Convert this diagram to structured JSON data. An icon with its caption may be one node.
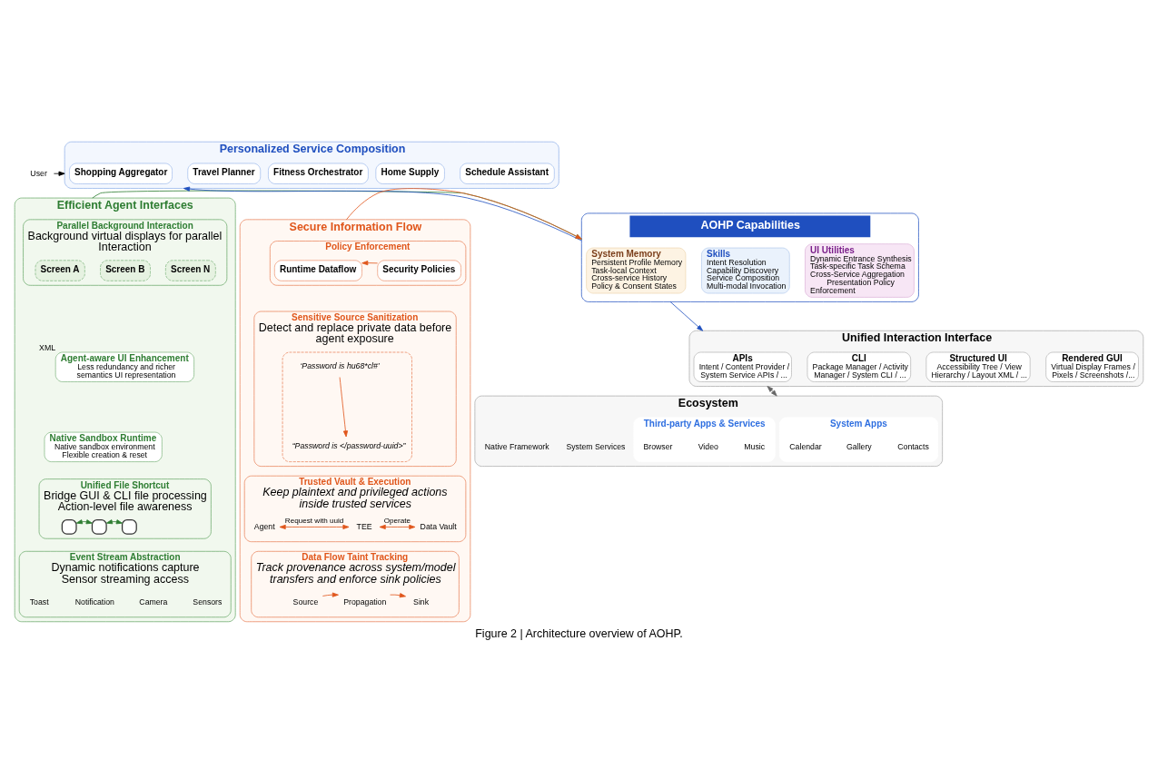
{
  "diagram": {
    "caption": "Figure 2 | Architecture overview of AOHP.",
    "nodes": [
      {
        "text": [
          "User"
        ]
      },
      {
        "text": [
          "Personalized Service Composition"
        ]
      },
      {
        "text": [
          "Shopping Aggregator"
        ],
        "in": 1
      },
      {
        "text": [
          "Travel Planner"
        ],
        "in": 1
      },
      {
        "text": [
          "Home Supply"
        ],
        "in": 1
      },
      {
        "text": [
          "Schedule Assistant"
        ],
        "in": 1
      },
      {
        "text": [
          "Fitness Orchestrator"
        ],
        "in": 1
      },
      {
        "text": [
          "Efficient Agent Interfaces"
        ]
      },
      {
        "text": [
          "Parallel Background Interaction",
          "Background virtual displays for parallel Interaction"
        ],
        "in": 7
      },
      {
        "text": [
          "Screen A"
        ],
        "in": 8
      },
      {
        "text": [
          "Screen B"
        ],
        "in": 8
      },
      {
        "text": [
          "Screen N"
        ],
        "in": 8
      },
      {
        "text": [
          "Agent-aware UI Enhancement",
          "Less redundancy and richer semantics UI representation"
        ],
        "in": 7,
        "beside": [
          "XML"
        ]
      },
      {
        "text": [
          "Native Sandbox Runtime",
          "Native sandbox environment",
          "Flexible creation & reset"
        ],
        "in": 7
      },
      {
        "text": [
          "Unified File Shortcut",
          "Bridge GUI & CLI file processing",
          "Action-level file awareness"
        ],
        "in": 7
      },
      {
        "text": [],
        "shape": "box",
        "in": 14
      },
      {
        "text": [],
        "shape": "box",
        "in": 14
      },
      {
        "text": [],
        "shape": "box",
        "in": 14
      },
      {
        "text": [
          "Event Stream Abstraction",
          "Dynamic notifications capture",
          "Sensor streaming access"
        ],
        "in": 7
      },
      {
        "text": [
          "Toast"
        ],
        "in": 18
      },
      {
        "text": [
          "Notification"
        ],
        "in": 18
      },
      {
        "text": [
          "Camera"
        ],
        "in": 18
      },
      {
        "text": [
          "Sensors"
        ],
        "in": 18
      },
      {
        "text": [
          "AOHP Capabilities"
        ]
      },
      {
        "text": [
          "System Memory",
          "Persistent Profile Memory",
          "Task-local Context",
          "Cross-service History",
          "Policy & Consent States"
        ],
        "in": 23
      },
      {
        "text": [
          "Skills",
          "Intent Resolution",
          "Capability Discovery",
          "Service Composition",
          "Multi-modal Invocation"
        ],
        "in": 23
      },
      {
        "text": [
          "UI Utilities",
          "Dynamic Entrance Synthesis",
          "Task-specific Task Schema",
          "Cross-Service Aggregation",
          "Presentation Policy Enforcement"
        ],
        "in": 23
      },
      {
        "text": [
          "Unified Interaction Interface"
        ]
      },
      {
        "text": [
          "APIs",
          "Intent / Content Provider / System Service APIs / ..."
        ],
        "in": 27
      },
      {
        "text": [
          "CLI",
          "Package Manager / Activity Manager / System CLI / ..."
        ],
        "in": 27
      },
      {
        "text": [
          "Structured UI",
          "Accessibility Tree / View Hierarchy / Layout XML / ..."
        ],
        "in": 27
      },
      {
        "text": [
          "Rendered GUI",
          "Virtual Display Frames / Pixels / Screenshots /..."
        ],
        "in": 27
      },
      {
        "text": [
          "Ecosystem"
        ]
      },
      {
        "text": [
          "System Apps"
        ],
        "in": 32
      },
      {
        "text": [
          "Calendar"
        ],
        "in": 33
      },
      {
        "text": [
          "Gallery"
        ],
        "in": 33
      },
      {
        "text": [
          "Contacts"
        ],
        "in": 33
      },
      {
        "text": [
          "Third-party Apps & Services"
        ],
        "in": 32
      },
      {
        "text": [
          "Browser"
        ],
        "in": 37
      },
      {
        "text": [
          "Video"
        ],
        "in": 37
      },
      {
        "text": [
          "Music"
        ],
        "in": 37
      },
      {
        "text": [
          "System Services"
        ],
        "in": 32
      },
      {
        "text": [
          "Native Framework"
        ],
        "in": 32
      },
      {
        "text": [
          "Secure Information Flow"
        ]
      },
      {
        "text": [
          "Policy Enforcement"
        ],
        "in": 43
      },
      {
        "text": [
          "Runtime Dataflow"
        ],
        "in": 44
      },
      {
        "text": [
          "Security Policies"
        ],
        "in": 44
      },
      {
        "text": [
          "Sensitive Source Sanitization",
          "Detect and replace private data before agent exposure"
        ],
        "in": 43
      },
      {
        "text": [],
        "shape": "box",
        "in": 47
      },
      {
        "text": [
          "‘Password is hu68*cl#’"
        ],
        "in": 48
      },
      {
        "text": [
          "“Password is </password-uuid>”"
        ],
        "in": 48
      },
      {
        "text": [
          "Trusted Vault & Execution",
          "Keep plaintext and privileged actions inside trusted services"
        ],
        "in": 43
      },
      {
        "text": [
          "Agent"
        ],
        "in": 51
      },
      {
        "text": [
          "TEE"
        ],
        "in": 51
      },
      {
        "text": [
          "Data Vault"
        ],
        "in": 51
      },
      {
        "text": [
          "Data Flow Taint Tracking",
          "Track provenance across system/model transfers and enforce sink policies"
        ],
        "in": 43
      },
      {
        "text": [
          "Source"
        ],
        "in": 55
      },
      {
        "text": [
          "Propagation"
        ],
        "in": 55
      },
      {
        "text": [
          "Sink"
        ],
        "in": 55
      }
    ],
    "edges": [
      {
        "from": 0,
        "to": 1,
        "arrow": "to",
        "color": "#000000"
      },
      {
        "from": 23,
        "to": 1,
        "arrow": "to",
        "color": "#1f4fbf"
      },
      {
        "from": 7,
        "to": 23,
        "arrow": "to",
        "color": "#2e7d32"
      },
      {
        "from": 43,
        "to": 23,
        "arrow": "to",
        "color": "#e0561b"
      },
      {
        "from": 23,
        "to": 27,
        "arrow": "to",
        "color": "#1f4fbf"
      },
      {
        "from": 27,
        "to": 32,
        "arrow": "both",
        "color": "#666666"
      },
      {
        "from": 15,
        "to": 16,
        "arrow": "both",
        "color": "#2e7d32"
      },
      {
        "from": 16,
        "to": 17,
        "arrow": "both",
        "color": "#2e7d32"
      },
      {
        "from": 46,
        "to": 45,
        "arrow": "to",
        "color": "#e0561b"
      },
      {
        "from": 49,
        "to": 50,
        "arrow": "to",
        "color": "#e0561b"
      },
      {
        "from": 52,
        "to": 53,
        "arrow": "both",
        "label": "Request with uuid",
        "color": "#e0561b"
      },
      {
        "from": 53,
        "to": 54,
        "arrow": "both",
        "label": "Operate",
        "color": "#e0561b"
      },
      {
        "from": 56,
        "to": 57,
        "arrow": "to",
        "color": "#e0561b"
      },
      {
        "from": 57,
        "to": 58,
        "arrow": "to",
        "color": "#e0561b"
      }
    ]
  }
}
